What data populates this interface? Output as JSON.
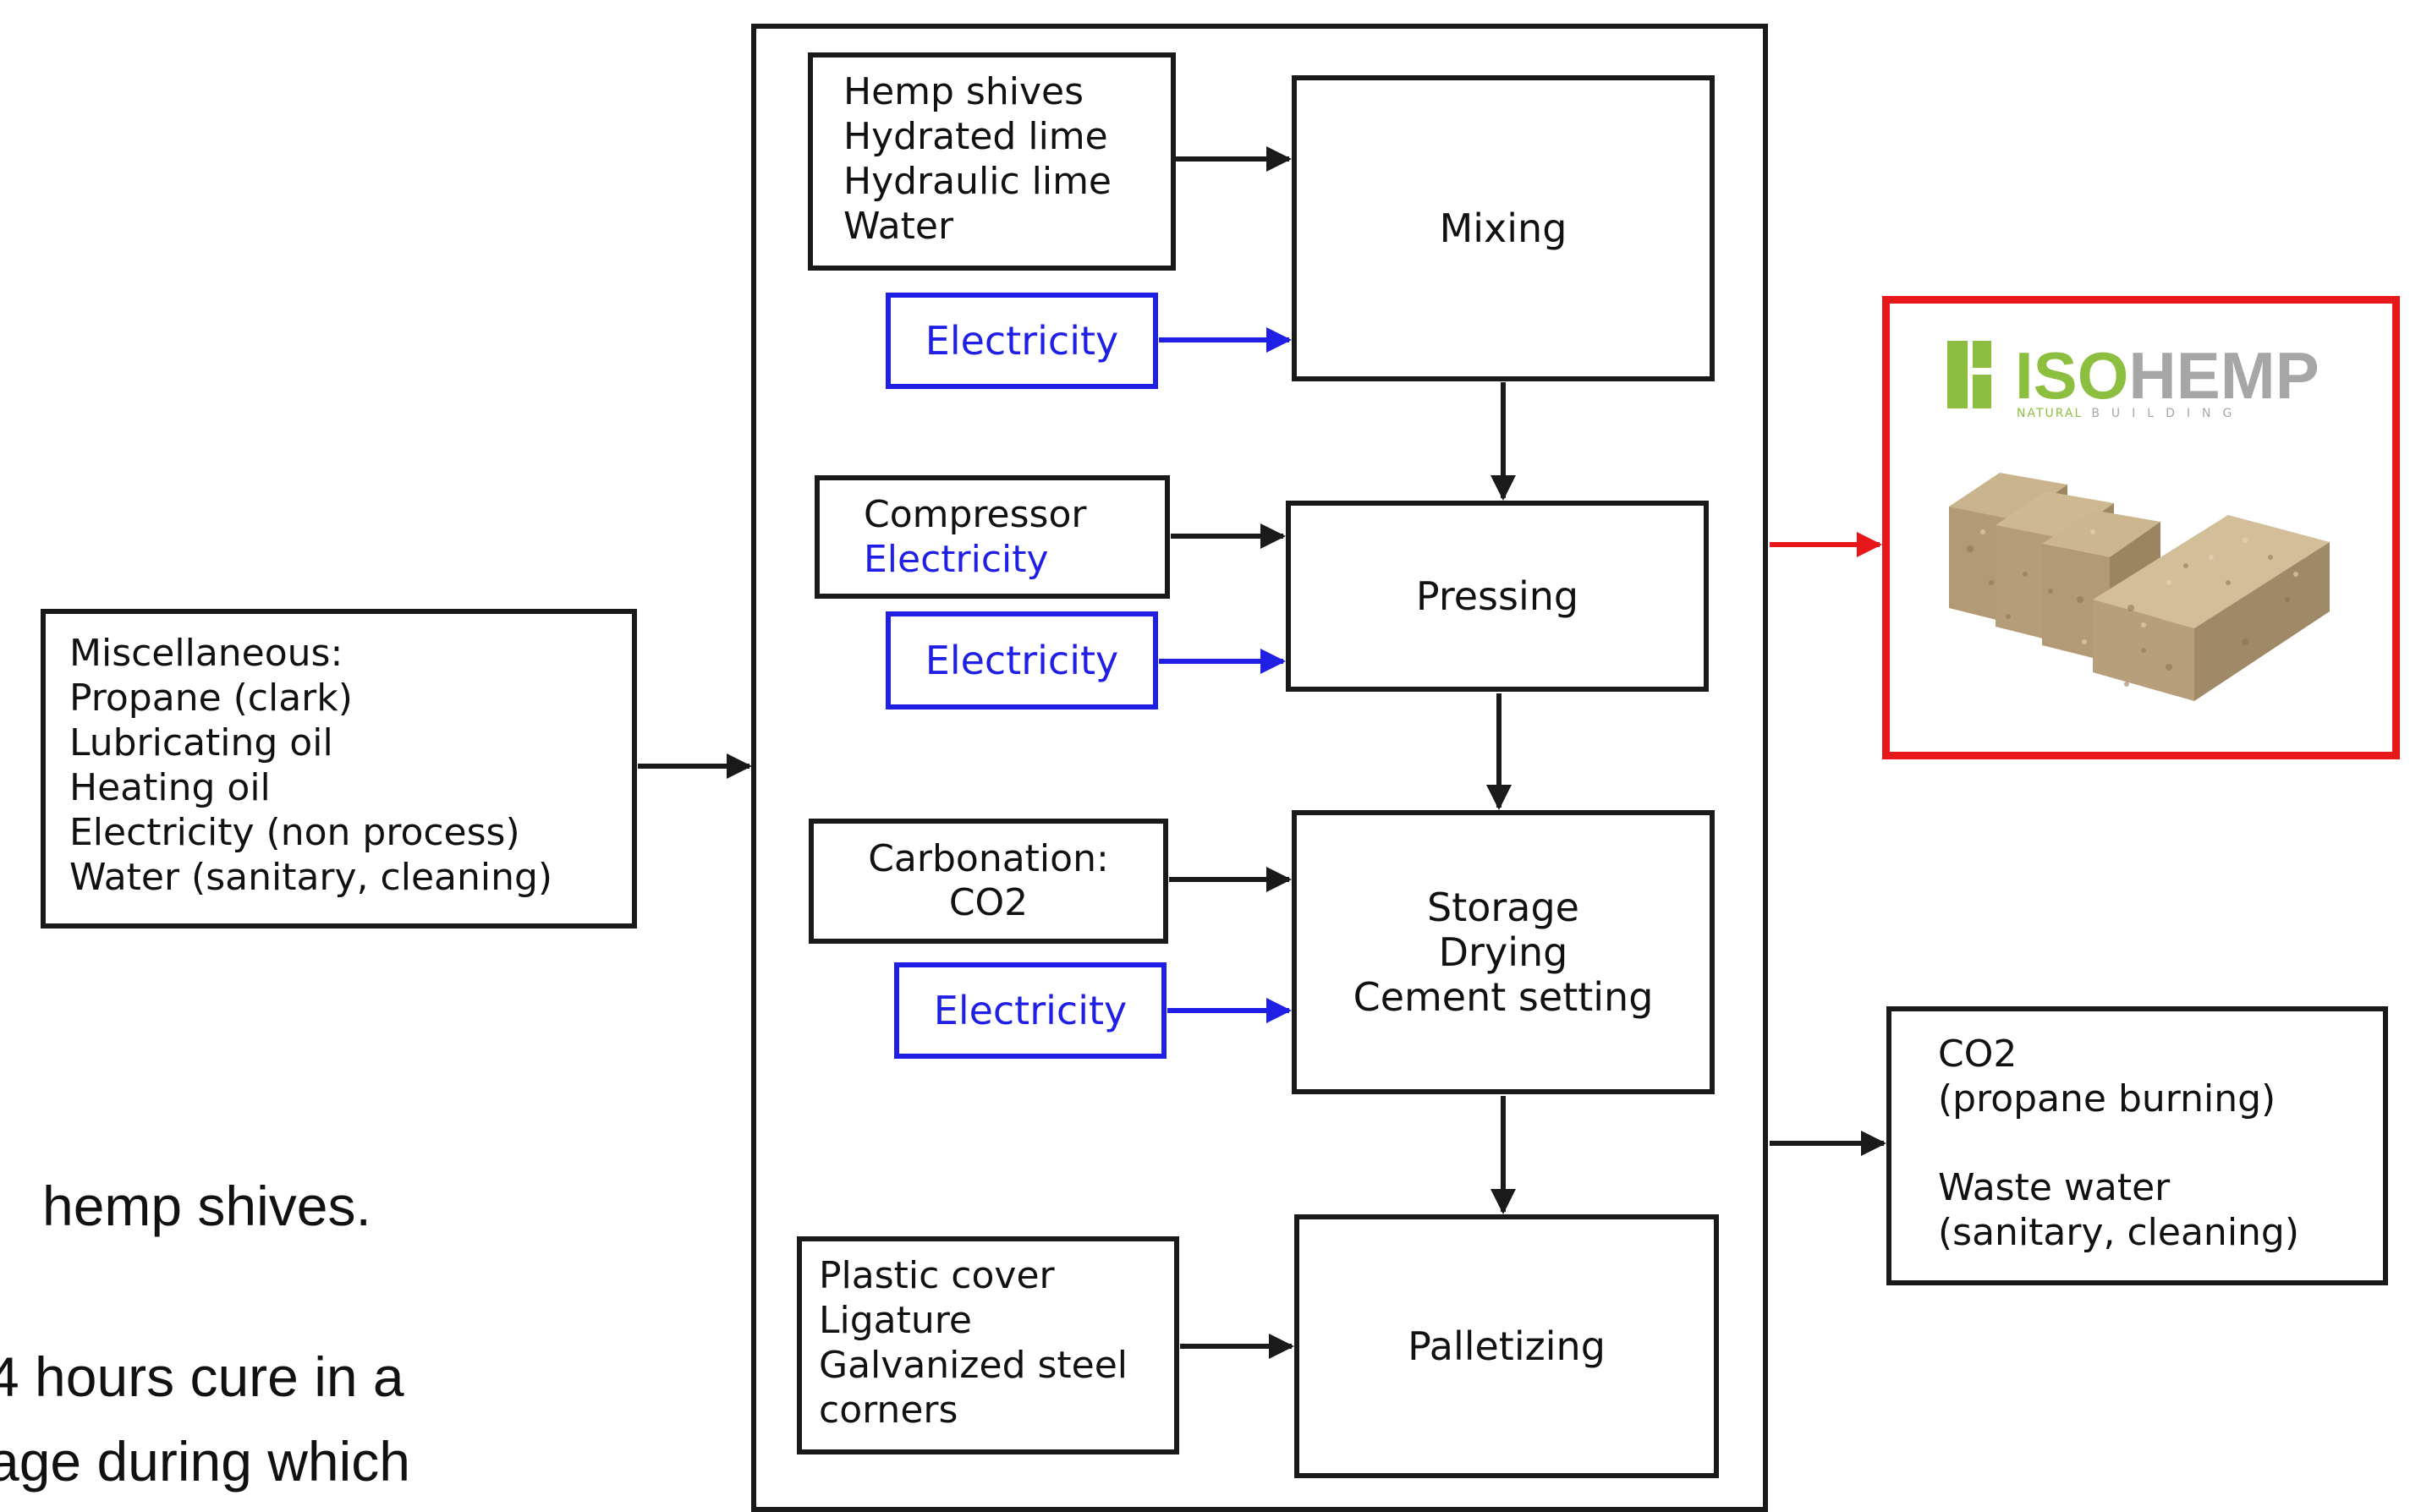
{
  "process_boxes": {
    "mixing": "Mixing",
    "pressing": "Pressing",
    "storage": [
      "Storage",
      "Drying",
      "Cement setting"
    ],
    "palletizing": "Palletizing"
  },
  "inputs": {
    "mixing_materials": [
      "Hemp shives",
      "Hydrated lime",
      "Hydraulic lime",
      "Water"
    ],
    "compressor": [
      "Compressor",
      "Electricity"
    ],
    "carbonation": [
      "Carbonation:",
      "CO2"
    ],
    "packaging": [
      "Plastic cover",
      "Ligature",
      "Galvanized steel",
      "corners"
    ],
    "electricity_label": "Electricity"
  },
  "miscellaneous": [
    "Miscellaneous:",
    "Propane (clark)",
    "Lubricating oil",
    "Heating oil",
    "Electricity (non process)",
    "Water (sanitary, cleaning)"
  ],
  "outputs": [
    "CO2",
    "(propane burning)",
    "Waste water",
    "(sanitary, cleaning)"
  ],
  "product": {
    "brand_part1": "ISO",
    "brand_part2": "HEMP",
    "tagline_part1": "NATURAL",
    "tagline_part2": "BUILDING"
  },
  "caption_fragments": [
    "hemp shives.",
    "4 hours cure in a",
    "age during which"
  ],
  "colors": {
    "electricity": "#1f1fe6",
    "product_frame": "#e8171a",
    "brand_green": "#8cbf3f",
    "brand_grey": "#a6a6a6",
    "block": "#b59d78"
  }
}
